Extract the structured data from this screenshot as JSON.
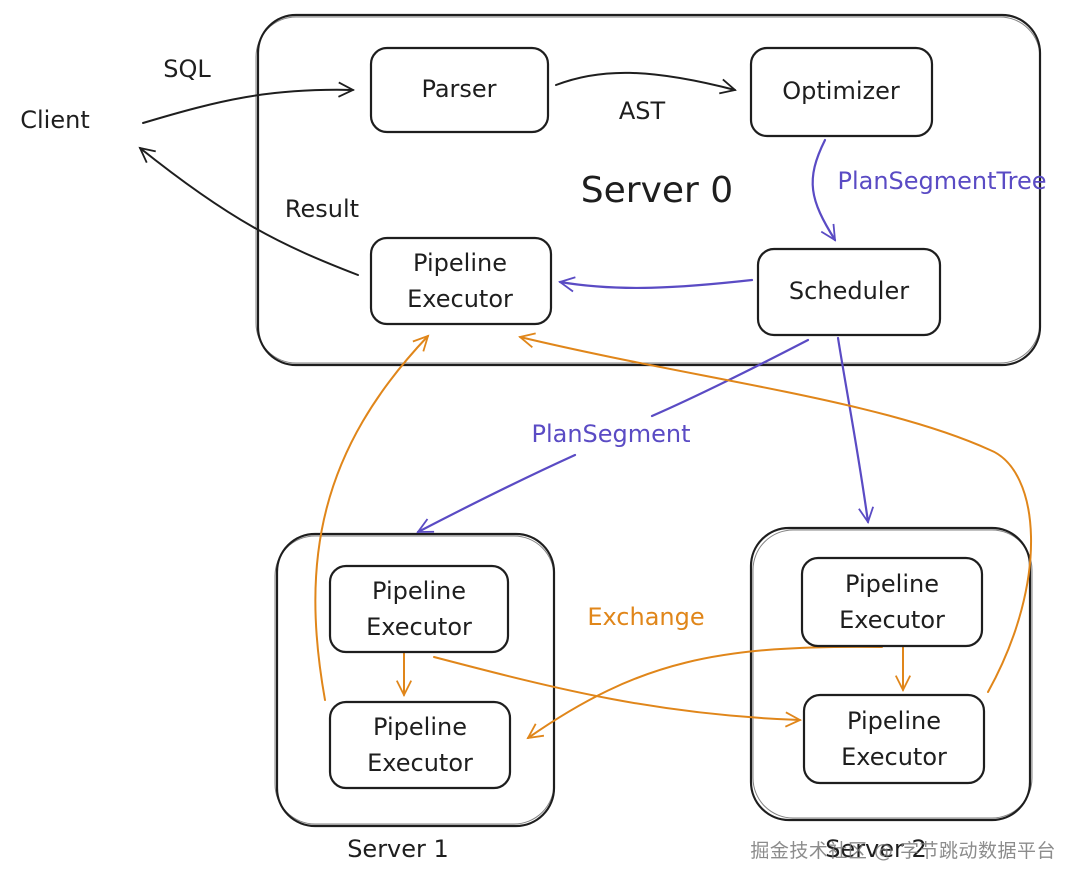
{
  "colors": {
    "stroke": "#1e1e1e",
    "plan_flow": "#5a4bc4",
    "exchange_flow": "#e0861a"
  },
  "client": {
    "label": "Client"
  },
  "server0": {
    "title": "Server 0",
    "nodes": {
      "parser": "Parser",
      "optimizer": "Optimizer",
      "scheduler": "Scheduler",
      "pipeline_executor_line1": "Pipeline",
      "pipeline_executor_line2": "Executor"
    }
  },
  "server1": {
    "title": "Server 1",
    "executors": [
      {
        "line1": "Pipeline",
        "line2": "Executor"
      },
      {
        "line1": "Pipeline",
        "line2": "Executor"
      }
    ]
  },
  "server2": {
    "title": "Server 2",
    "executors": [
      {
        "line1": "Pipeline",
        "line2": "Executor"
      },
      {
        "line1": "Pipeline",
        "line2": "Executor"
      }
    ]
  },
  "edges": {
    "sql": "SQL",
    "result": "Result",
    "ast": "AST",
    "plan_segment_tree": "PlanSegmentTree",
    "plan_segment": "PlanSegment",
    "exchange": "Exchange"
  },
  "watermark": "掘金技术社区 @ 字节跳动数据平台"
}
